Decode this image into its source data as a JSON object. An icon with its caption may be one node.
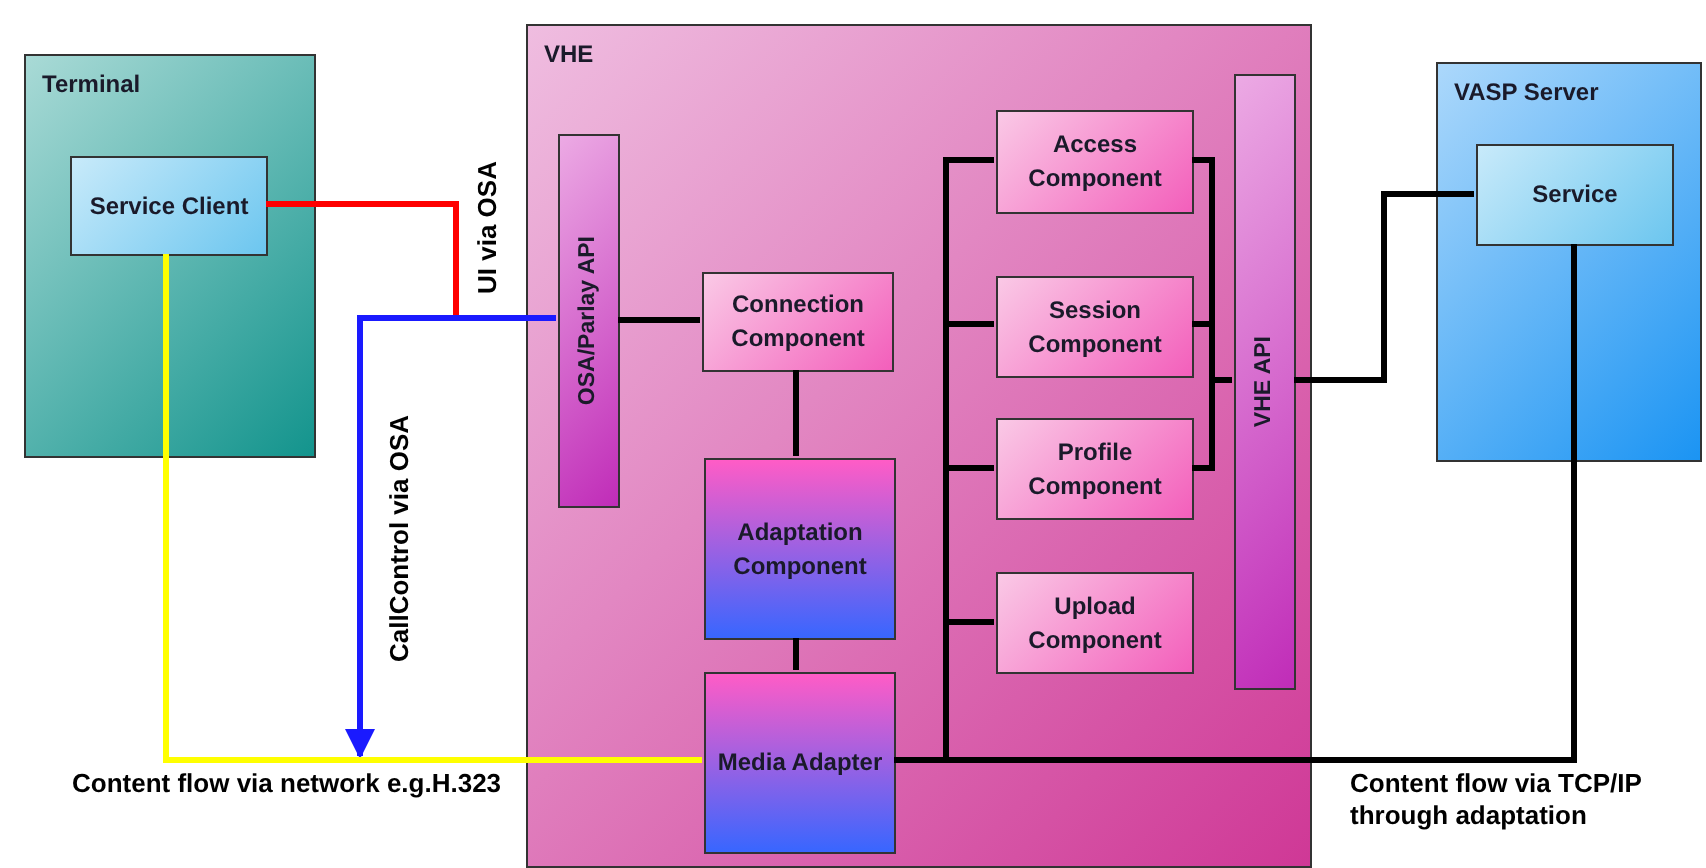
{
  "diagram": {
    "nodes": [
      {
        "text": [
          "Terminal"
        ]
      },
      {
        "text": [
          "Service Client"
        ],
        "in": 0
      },
      {
        "text": [
          "VHE"
        ]
      },
      {
        "text": [
          "OSA/Parlay API"
        ],
        "in": 2
      },
      {
        "text": [
          "Connection Component"
        ],
        "in": 2
      },
      {
        "text": [
          "Adaptation Component"
        ],
        "in": 2
      },
      {
        "text": [
          "Media Adapter"
        ],
        "in": 2
      },
      {
        "text": [
          "Access Component"
        ],
        "in": 2
      },
      {
        "text": [
          "Session Component"
        ],
        "in": 2
      },
      {
        "text": [
          "Profile Component"
        ],
        "in": 2
      },
      {
        "text": [
          "Upload Component"
        ],
        "in": 2
      },
      {
        "text": [
          "VHE API"
        ],
        "in": 2
      },
      {
        "text": [
          "VASP Server"
        ]
      },
      {
        "text": [
          "Service"
        ],
        "in": 12
      }
    ],
    "edges": [
      {
        "from": 1,
        "to": 3,
        "arrow": "none",
        "label": "UI via OSA",
        "color": "#ff0000"
      },
      {
        "from": 3,
        "to": null,
        "arrow": "to",
        "label": "CallControl via OSA",
        "color": "#1a1aff"
      },
      {
        "from": 1,
        "to": 6,
        "arrow": "none",
        "label": "Content flow via network e.g.H.323",
        "color": "#ffff00"
      },
      {
        "from": 3,
        "to": 4,
        "arrow": "none"
      },
      {
        "from": 4,
        "to": 5,
        "arrow": "none"
      },
      {
        "from": 5,
        "to": 6,
        "arrow": "none"
      },
      {
        "from": 6,
        "to": 7,
        "arrow": "none"
      },
      {
        "from": 6,
        "to": 8,
        "arrow": "none"
      },
      {
        "from": 6,
        "to": 9,
        "arrow": "none"
      },
      {
        "from": 6,
        "to": 10,
        "arrow": "none"
      },
      {
        "from": 7,
        "to": 11,
        "arrow": "none"
      },
      {
        "from": 8,
        "to": 11,
        "arrow": "none"
      },
      {
        "from": 9,
        "to": 11,
        "arrow": "none"
      },
      {
        "from": 11,
        "to": 13,
        "arrow": "none"
      },
      {
        "from": 6,
        "to": 13,
        "arrow": "none",
        "label": "Content flow via TCP/IP through adaptation"
      }
    ]
  }
}
